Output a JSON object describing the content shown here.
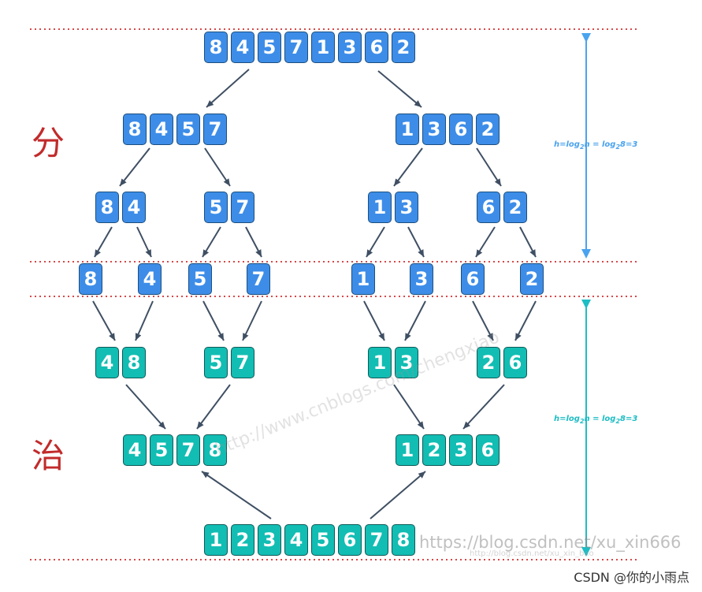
{
  "phases": {
    "divide": "分",
    "conquer": "治"
  },
  "height_note": {
    "h": "h=log",
    "sub": "2",
    "mid": "n = log",
    "sub2": "2",
    "tail": "8=3"
  },
  "colors": {
    "divide_cell": "#3d8de8",
    "conquer_cell": "#12bdb3",
    "divide_axis": "#4aa3ee",
    "conquer_axis": "#1dbdc4",
    "guide_line": "#d64848",
    "arrow": "#3f4f63",
    "phase_text": "#c22b2b"
  },
  "watermarks": {
    "diagonal": "http://www.cnblogs.com/chengxiao",
    "bottom": "https://blog.csdn.net/xu_xin666",
    "faint": "http://blog.csdn.net/xu_xin_bao"
  },
  "credit": "CSDN @你的小雨点",
  "divide_rows": [
    {
      "groups": [
        [
          "8",
          "4",
          "5",
          "7",
          "1",
          "3",
          "6",
          "2"
        ]
      ]
    },
    {
      "groups": [
        [
          "8",
          "4",
          "5",
          "7"
        ],
        [
          "1",
          "3",
          "6",
          "2"
        ]
      ]
    },
    {
      "groups": [
        [
          "8",
          "4"
        ],
        [
          "5",
          "7"
        ],
        [
          "1",
          "3"
        ],
        [
          "6",
          "2"
        ]
      ]
    },
    {
      "groups": [
        [
          "8"
        ],
        [
          "4"
        ],
        [
          "5"
        ],
        [
          "7"
        ],
        [
          "1"
        ],
        [
          "3"
        ],
        [
          "6"
        ],
        [
          "2"
        ]
      ]
    }
  ],
  "conquer_rows": [
    {
      "groups": [
        [
          "4",
          "8"
        ],
        [
          "5",
          "7"
        ],
        [
          "1",
          "3"
        ],
        [
          "2",
          "6"
        ]
      ]
    },
    {
      "groups": [
        [
          "4",
          "5",
          "7",
          "8"
        ],
        [
          "1",
          "2",
          "3",
          "6"
        ]
      ]
    },
    {
      "groups": [
        [
          "1",
          "2",
          "3",
          "4",
          "5",
          "6",
          "7",
          "8"
        ]
      ]
    }
  ]
}
